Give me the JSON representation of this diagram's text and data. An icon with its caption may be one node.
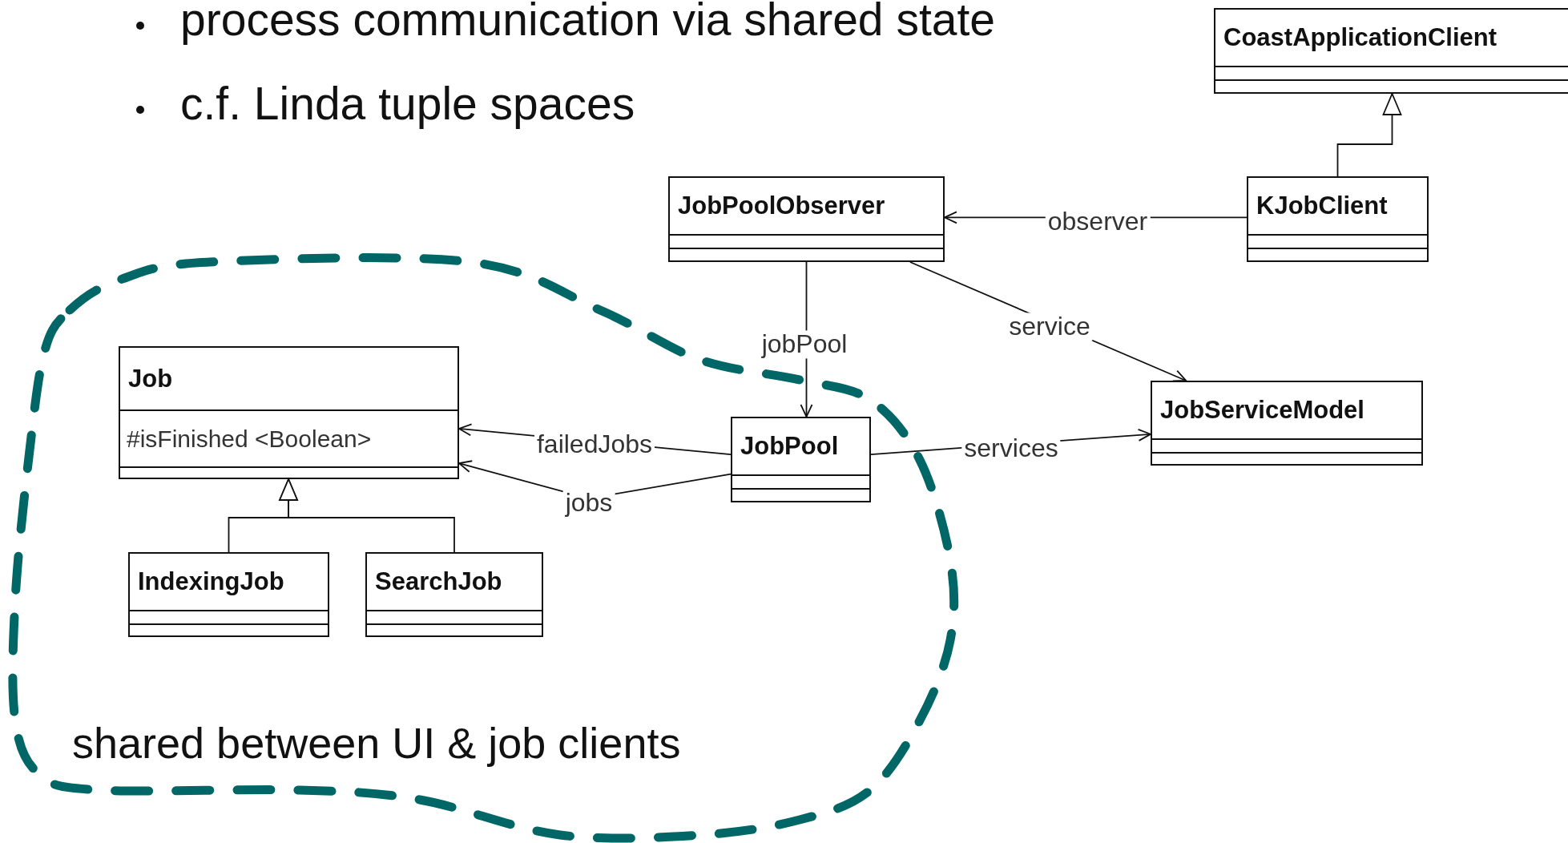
{
  "diagram": {
    "nodes": [
      {
        "text": [
          "CoastApplicationClient"
        ]
      },
      {
        "text": [
          "JobPoolObserver"
        ]
      },
      {
        "text": [
          "KJobClient"
        ]
      },
      {
        "text": [
          "shared between UI & job clients"
        ]
      },
      {
        "text": [
          "Job",
          "#isFinished <Boolean>"
        ],
        "in": 3
      },
      {
        "text": [
          "JobPool"
        ],
        "in": 3
      },
      {
        "text": [
          "JobServiceModel"
        ]
      },
      {
        "text": [
          "IndexingJob"
        ],
        "in": 3
      },
      {
        "text": [
          "SearchJob"
        ],
        "in": 3
      }
    ],
    "edges": [
      {
        "from": 2,
        "to": 0,
        "arrow": "to"
      },
      {
        "from": 7,
        "to": 4,
        "arrow": "to"
      },
      {
        "from": 8,
        "to": 4,
        "arrow": "to"
      },
      {
        "from": 2,
        "to": 1,
        "arrow": "to",
        "label": "observer"
      },
      {
        "from": 1,
        "to": 5,
        "arrow": "to",
        "label": "jobPool"
      },
      {
        "from": 1,
        "to": 6,
        "arrow": "to",
        "label": "service"
      },
      {
        "from": 5,
        "to": 4,
        "arrow": "to",
        "label": "failedJobs"
      },
      {
        "from": 5,
        "to": 4,
        "arrow": "to",
        "label": "jobs"
      },
      {
        "from": 5,
        "to": 6,
        "arrow": "to",
        "label": "services"
      }
    ],
    "labels": [
      "process communication via shared state",
      "c.f. Linda tuple spaces"
    ]
  }
}
